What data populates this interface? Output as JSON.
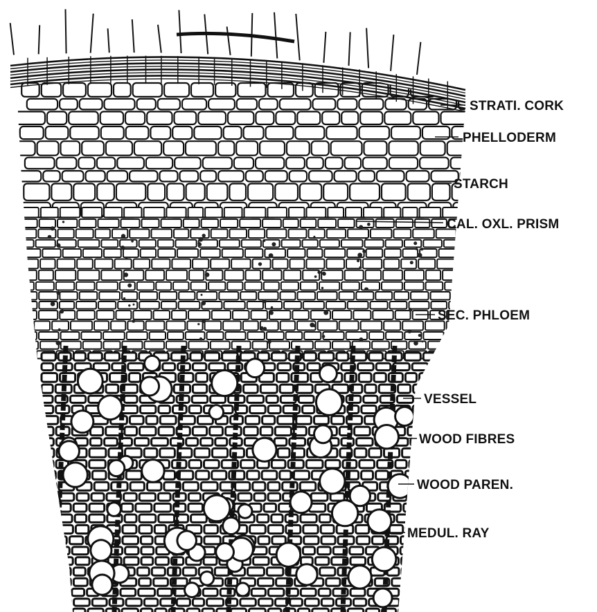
{
  "diagram": {
    "labels": [
      {
        "id": "strati-cork",
        "text": "STRATI. CORK"
      },
      {
        "id": "phelloderm",
        "text": "PHELLODERM"
      },
      {
        "id": "starch",
        "text": "STARCH"
      },
      {
        "id": "cal-oxl-prism",
        "text": "CAL. OXL. PRISM"
      },
      {
        "id": "sec-phloem",
        "text": "SEC. PHLOEM"
      },
      {
        "id": "vessel",
        "text": "VESSEL"
      },
      {
        "id": "wood-fibres",
        "text": "WOOD FIBRES"
      },
      {
        "id": "wood-paren",
        "text": "WOOD PAREN."
      },
      {
        "id": "medul-ray",
        "text": "MEDUL. RAY"
      }
    ]
  }
}
